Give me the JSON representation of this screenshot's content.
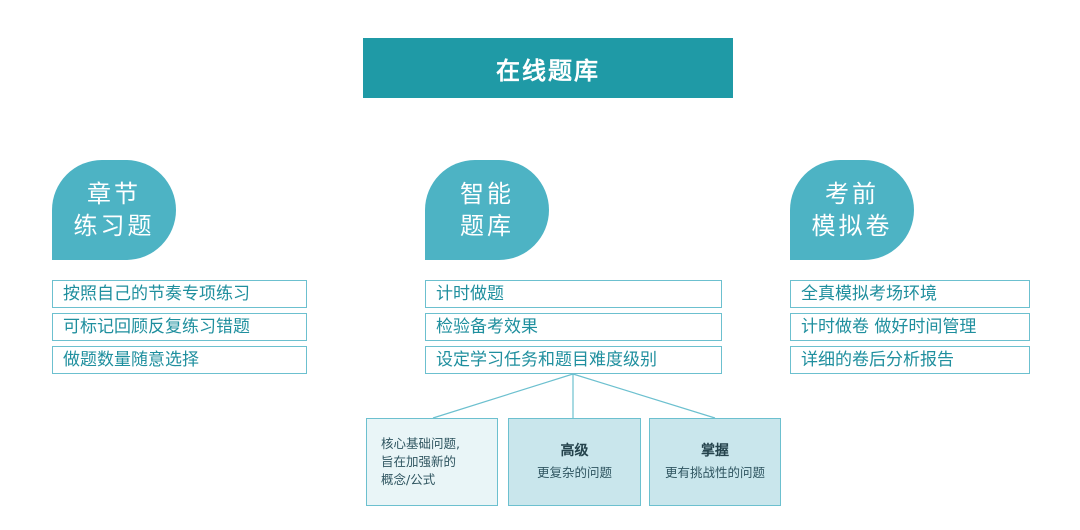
{
  "title": "在线题库",
  "columns": [
    {
      "badge_line1": "章节",
      "badge_line2": "练习题",
      "items": [
        "按照自己的节奏专项练习",
        "可标记回顾反复练习错题",
        "做题数量随意选择"
      ]
    },
    {
      "badge_line1": "智能",
      "badge_line2": "题库",
      "items": [
        "计时做题",
        "检验备考效果",
        "设定学习任务和题目难度级别"
      ]
    },
    {
      "badge_line1": "考前",
      "badge_line2": "模拟卷",
      "items": [
        "全真模拟考场环境",
        "计时做卷 做好时间管理",
        "详细的卷后分析报告"
      ]
    }
  ],
  "levels": [
    {
      "lines": [
        "核心基础问题,",
        "旨在加强新的",
        "概念/公式"
      ]
    },
    {
      "head": "高级",
      "desc": "更复杂的问题"
    },
    {
      "head": "掌握",
      "desc": "更有挑战性的问题"
    }
  ],
  "colors": {
    "title_bg": "#1f9aa6",
    "badge_bg": "#4db3c4",
    "item_border": "#6cc0cf",
    "item_text": "#1f8f9e",
    "level_light": "#e9f5f7",
    "level_mid": "#c9e6ec"
  }
}
